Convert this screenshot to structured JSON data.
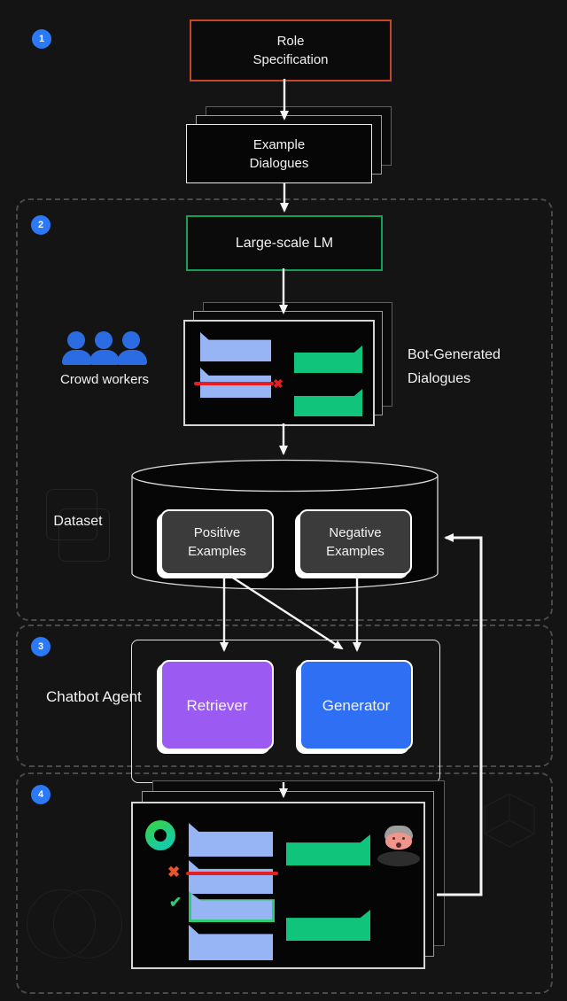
{
  "colors": {
    "background": "#141414",
    "text": "#f2f2f2",
    "badge-blue": "#2b79f7",
    "role-border": "#c64629",
    "lm-border": "#13a15a",
    "blue-bubble": "#97b4f4",
    "green-bubble": "#10c57b",
    "red-line": "#e51f1f",
    "cross-red": "#e51f1f",
    "cross-orange": "#e8542c",
    "check-green": "#2ecb72",
    "people-blue": "#2b6ce2",
    "examples-gray": "#3b3b3b",
    "retriever-purple": "#9b5bf2",
    "generator-blue": "#2e6ff3",
    "dashed-border": "#4a4a4a",
    "line-white": "#f5f5f5",
    "donut-green": "#37d145",
    "donut-teal": "#12cbb5"
  },
  "stages": {
    "one": {
      "badge": "1",
      "role_specification": "Role Specification",
      "example_dialogues": "Example Dialogues"
    },
    "two": {
      "badge": "2",
      "large_scale_lm": "Large-scale LM",
      "crowd_workers": "Crowd workers",
      "bot_generated_dialogues": "Bot-Generated Dialogues",
      "dataset": "Dataset",
      "positive_examples": "Positive Examples",
      "negative_examples": "Negative Examples"
    },
    "three": {
      "badge": "3",
      "chatbot_agent": "Chatbot Agent",
      "retriever": "Retriever",
      "generator": "Generator"
    },
    "four": {
      "badge": "4"
    }
  },
  "icons": {
    "cross_glyph": "✖",
    "check_glyph": "✔",
    "crowd_workers": "three-people-icon",
    "bot_avatar": "gradient-donut-icon",
    "human_avatar": "elderly-person-icon",
    "dataset_shape": "database-cylinder"
  }
}
